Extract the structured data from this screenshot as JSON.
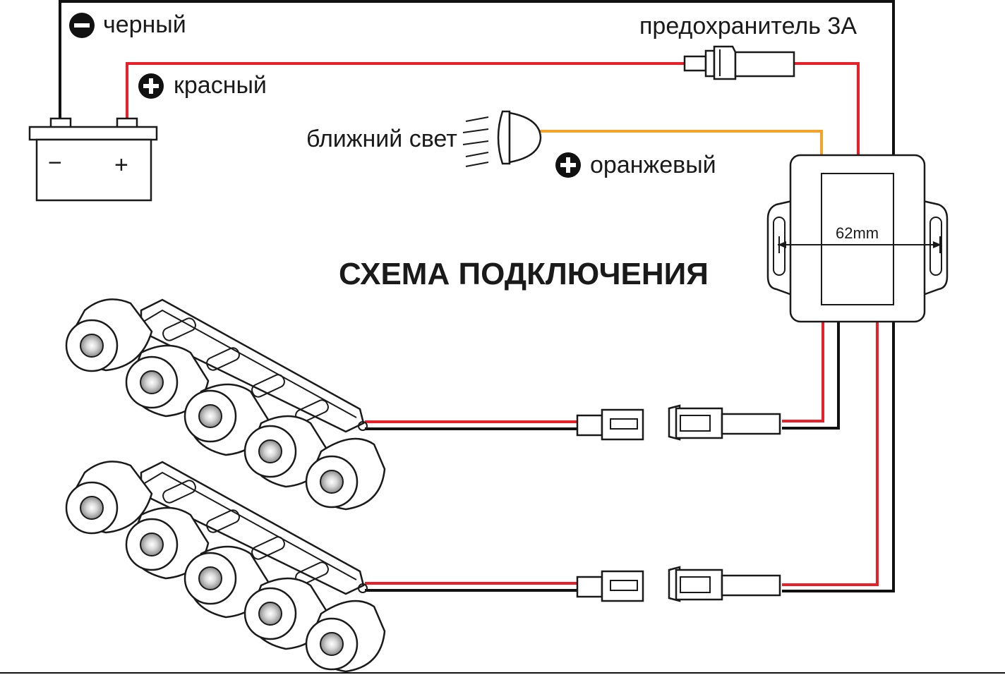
{
  "title": "СХЕМА ПОДКЛЮЧЕНИЯ",
  "labels": {
    "black_wire": "черный",
    "red_wire": "красный",
    "fuse": "предохранитель 3А",
    "low_beam": "ближний свет",
    "orange_wire": "оранжевый",
    "module_width": "62mm"
  },
  "symbols": {
    "minus": "−",
    "plus": "+"
  },
  "icons": {
    "minus_badge": "minus-circle-icon",
    "plus_badge": "plus-circle-icon",
    "battery": "battery-icon",
    "headlight": "headlight-icon",
    "fuse": "fuse-icon",
    "module": "controller-module-icon",
    "drl": "drl-light-bar-icon",
    "connector": "connector-icon"
  },
  "colors": {
    "black": "#111111",
    "red": "#e8202a",
    "orange": "#f4a32a"
  }
}
